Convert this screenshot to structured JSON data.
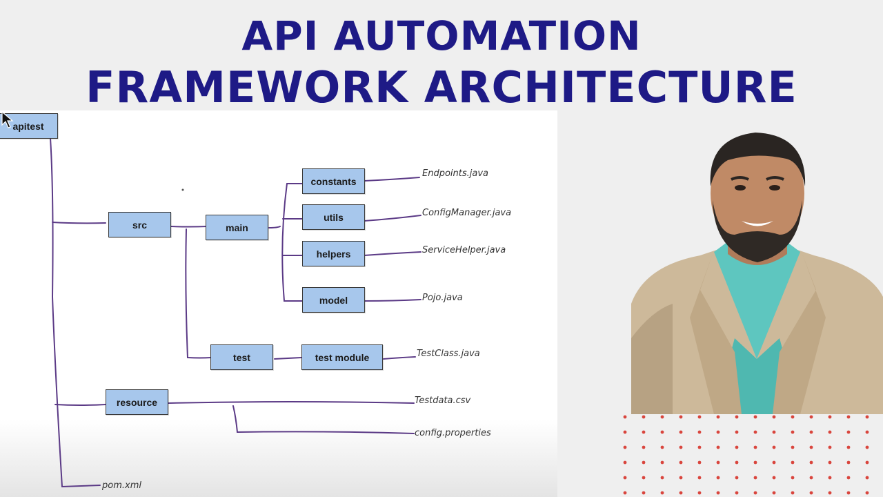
{
  "title": {
    "line1": "API AUTOMATION",
    "line2": "FRAMEWORK ARCHITECTURE"
  },
  "diagram": {
    "nodes": {
      "apitest": "apitest",
      "src": "src",
      "main": "main",
      "constants": "constants",
      "utils": "utils",
      "helpers": "helpers",
      "model": "model",
      "test": "test",
      "test_module": "test module",
      "resource": "resource"
    },
    "files": {
      "endpoints": "Endpoints.java",
      "config_manager": "ConfigManager.java",
      "service_helper": "ServiceHelper.java",
      "pojo": "Pojo.java",
      "test_class": "TestClass.java",
      "testdata": "Testdata.csv",
      "config_properties": "config.properties",
      "pom": "pom.xml"
    }
  },
  "colors": {
    "title": "#1e1a86",
    "node_fill": "#a7c7ec",
    "connector": "#5b3a86",
    "dots": "#d9453d"
  }
}
